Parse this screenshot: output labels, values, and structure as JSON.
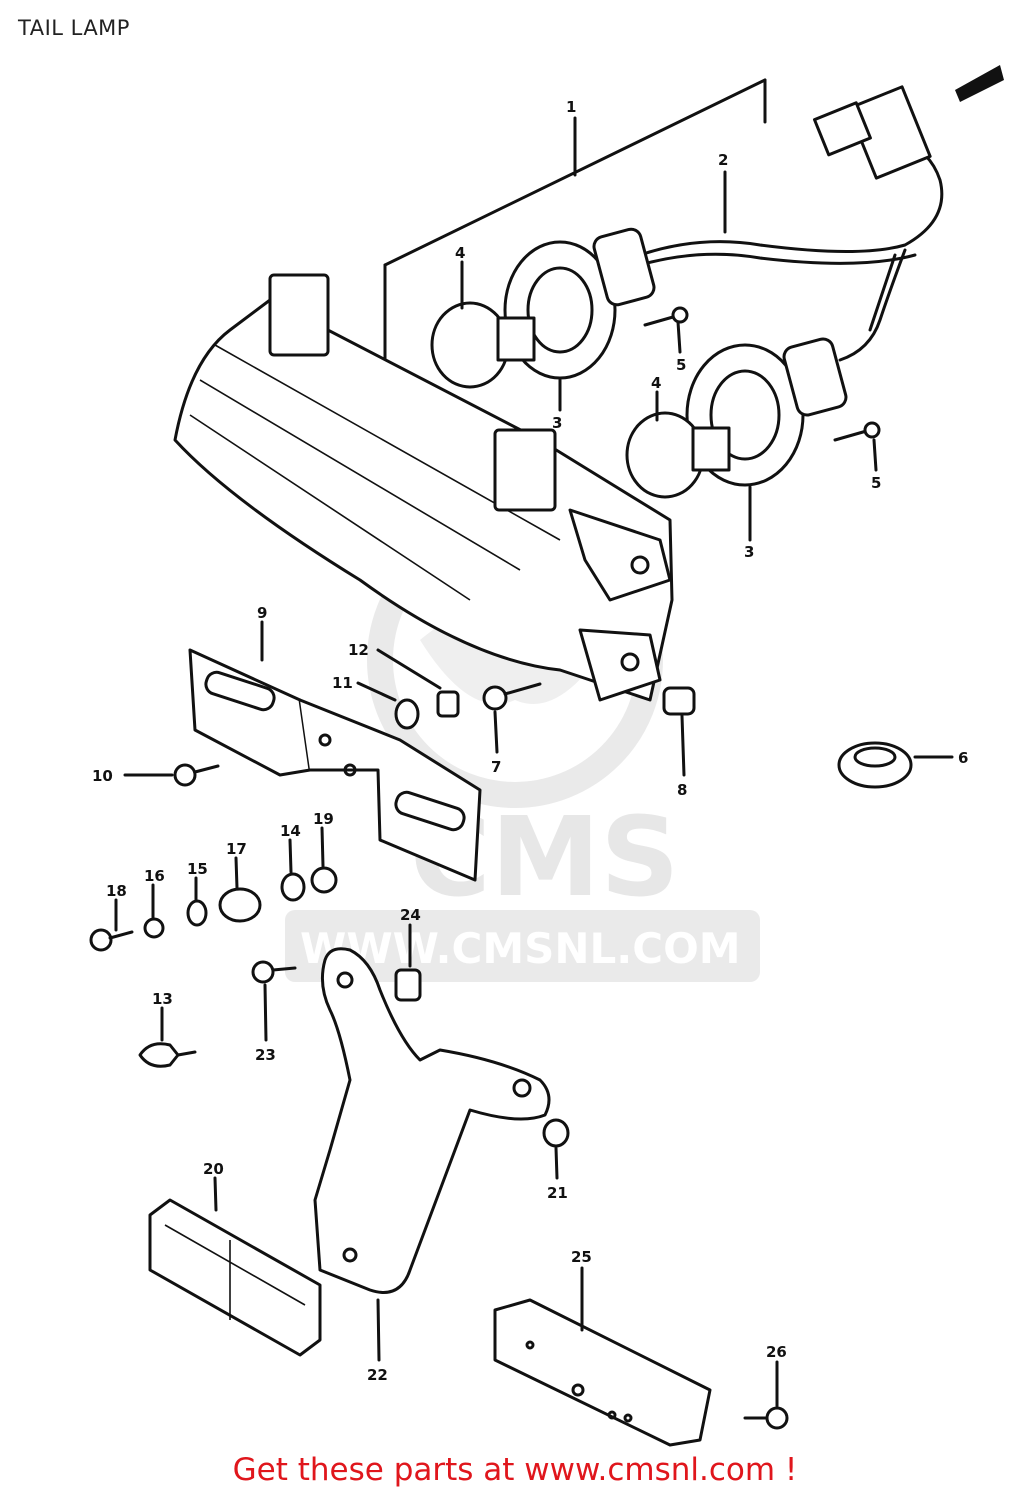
{
  "page": {
    "title": "TAIL LAMP",
    "footer": "Get these parts at www.cmsnl.com !"
  },
  "watermark": {
    "logo_text": "CMS",
    "url_text": "WWW.CMSNL.COM",
    "color": "#d9d9d9"
  },
  "colors": {
    "footer": "#e0161c",
    "ink": "#111111"
  },
  "callouts": [
    "1",
    "2",
    "3",
    "3",
    "4",
    "4",
    "5",
    "5",
    "6",
    "7",
    "8",
    "9",
    "10",
    "11",
    "12",
    "13",
    "14",
    "15",
    "16",
    "17",
    "18",
    "19",
    "20",
    "21",
    "22",
    "23",
    "24",
    "25",
    "26"
  ]
}
